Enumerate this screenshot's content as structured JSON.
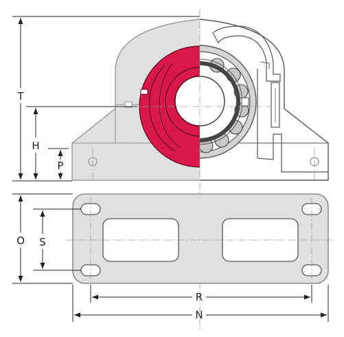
{
  "labels": {
    "T": "T",
    "H": "H",
    "P": "P",
    "O": "O",
    "S": "S",
    "R": "R",
    "N": "N"
  },
  "colors": {
    "housing_fill": "#e0e0e0",
    "housing_stroke": "#8a8a8a",
    "seal_red": "#d8174a",
    "line": "#222222",
    "centerline": "#9a9a9a"
  }
}
